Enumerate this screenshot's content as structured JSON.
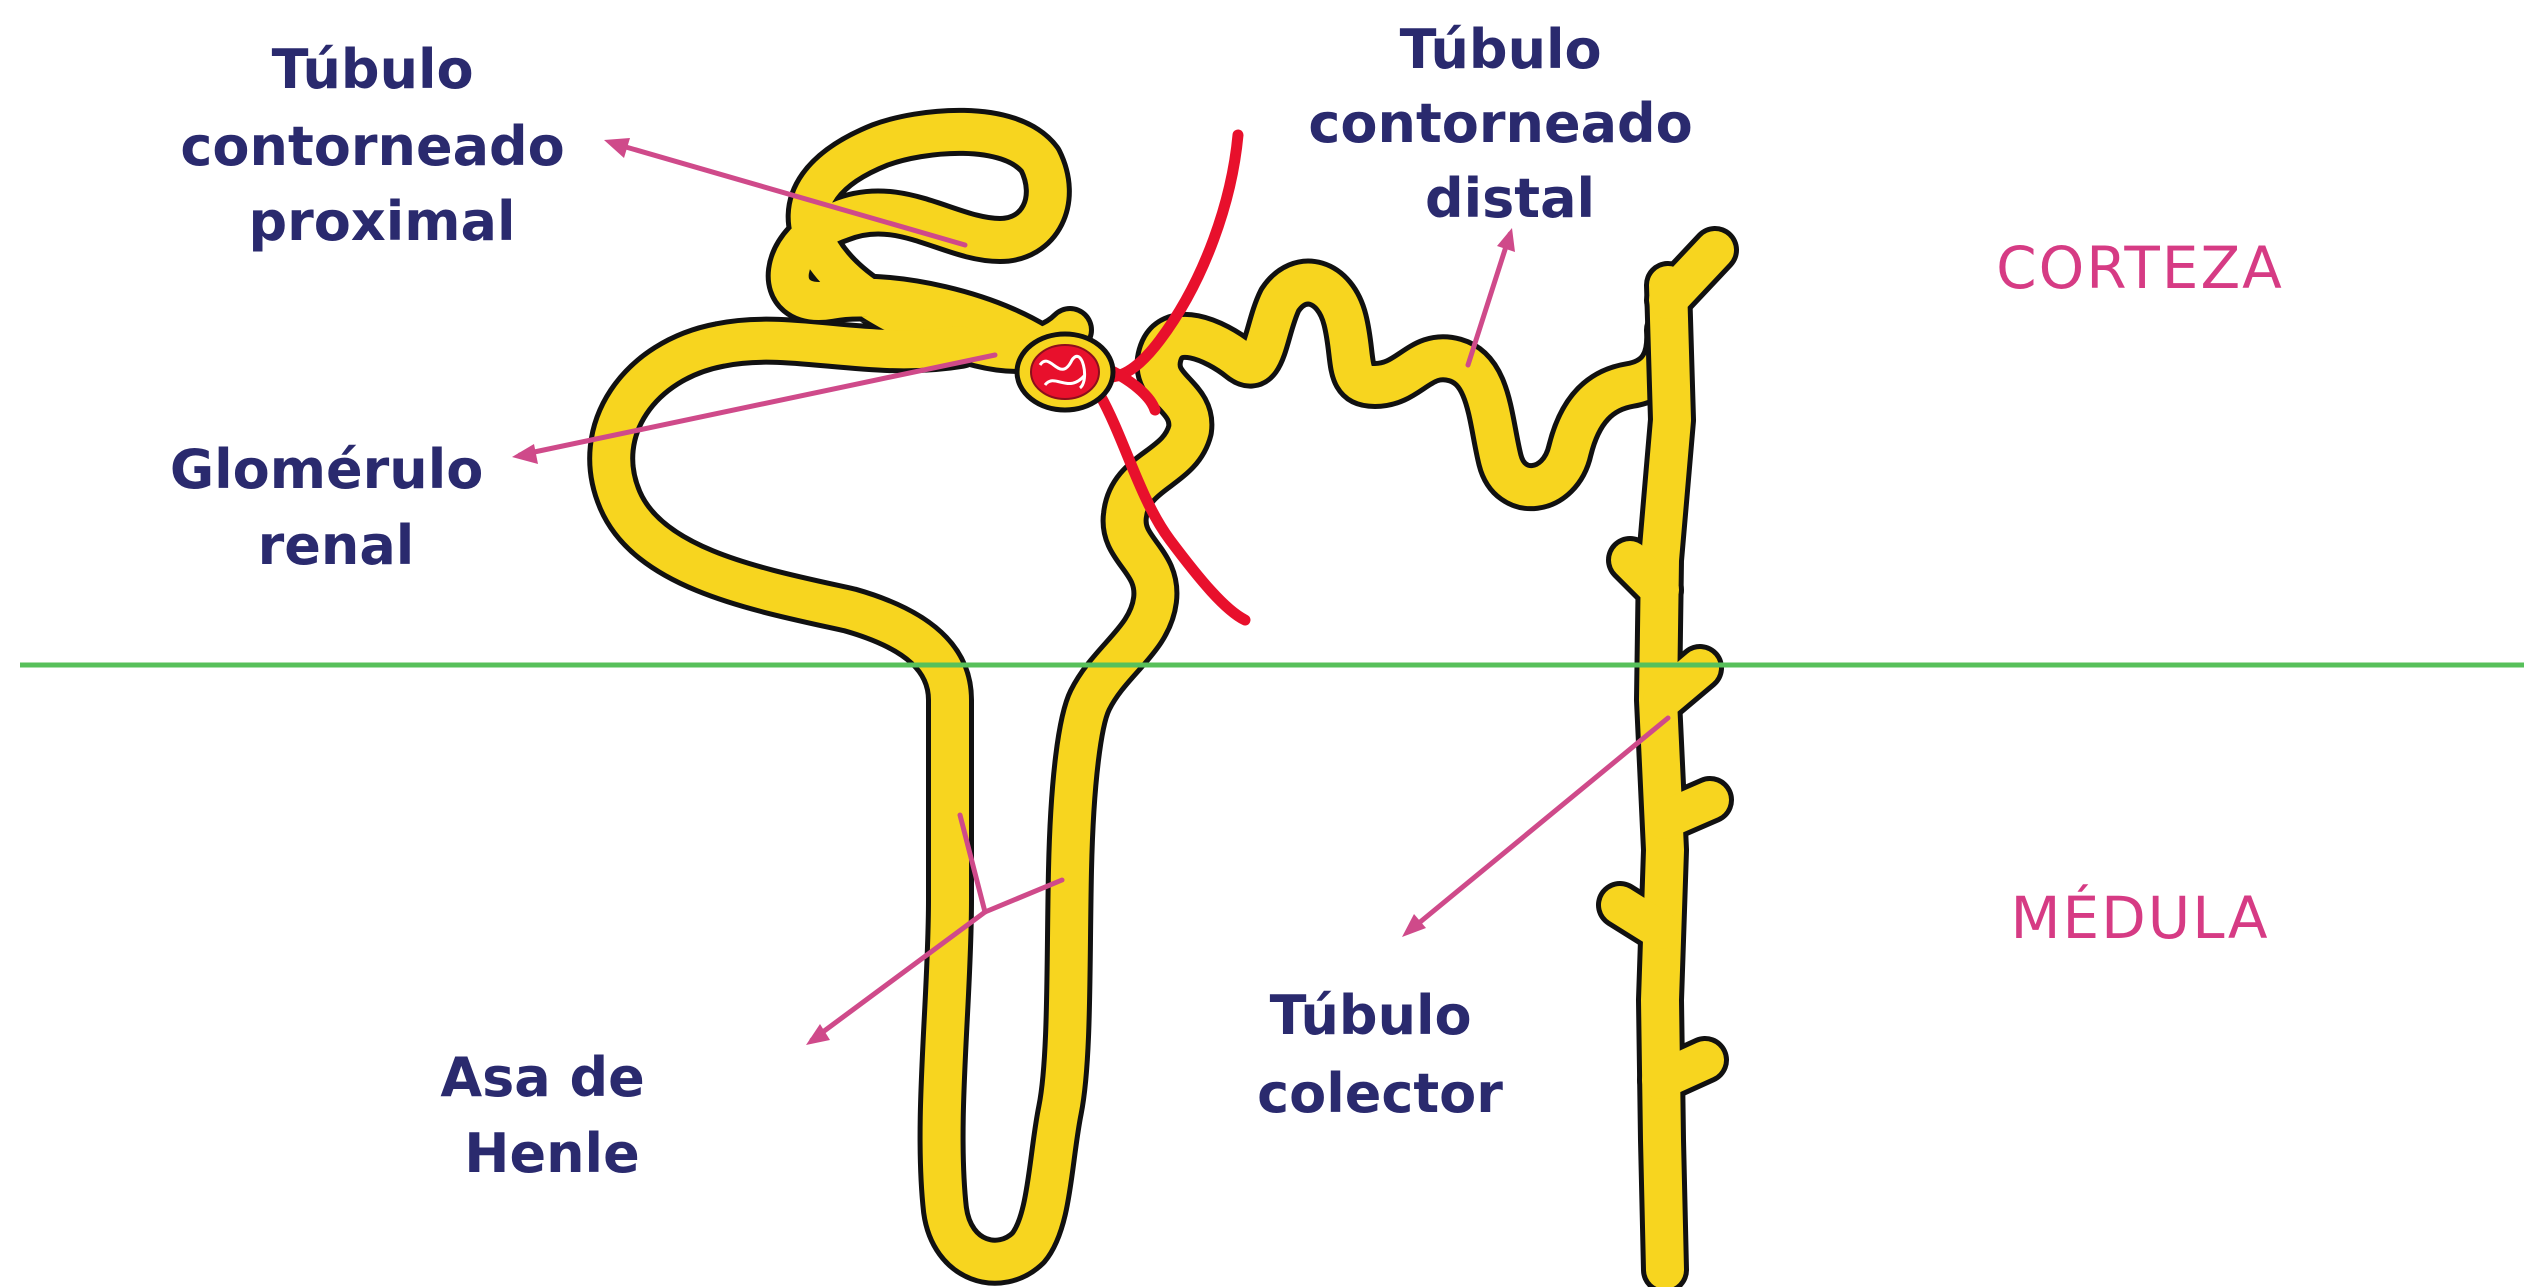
{
  "labels": {
    "proximal": [
      "Túbulo",
      "contorneado",
      "proximal"
    ],
    "distal": [
      "Túbulo",
      "contorneado",
      "distal"
    ],
    "glomerulo": [
      "Glomérulo",
      "renal"
    ],
    "asa": [
      "Asa de",
      "Henle"
    ],
    "colector": [
      "Túbulo",
      "colector"
    ]
  },
  "zones": {
    "corteza": "CORTEZA",
    "medula": "MÉDULA"
  },
  "colors": {
    "tubule_fill": "#f7d51f",
    "tubule_outline": "#111111",
    "blood_vessel": "#e8102c",
    "pointer": "#cf4a8a",
    "boundary_line": "#57c05a",
    "label_text": "#2a2a6e",
    "zone_text": "#d63b84"
  }
}
